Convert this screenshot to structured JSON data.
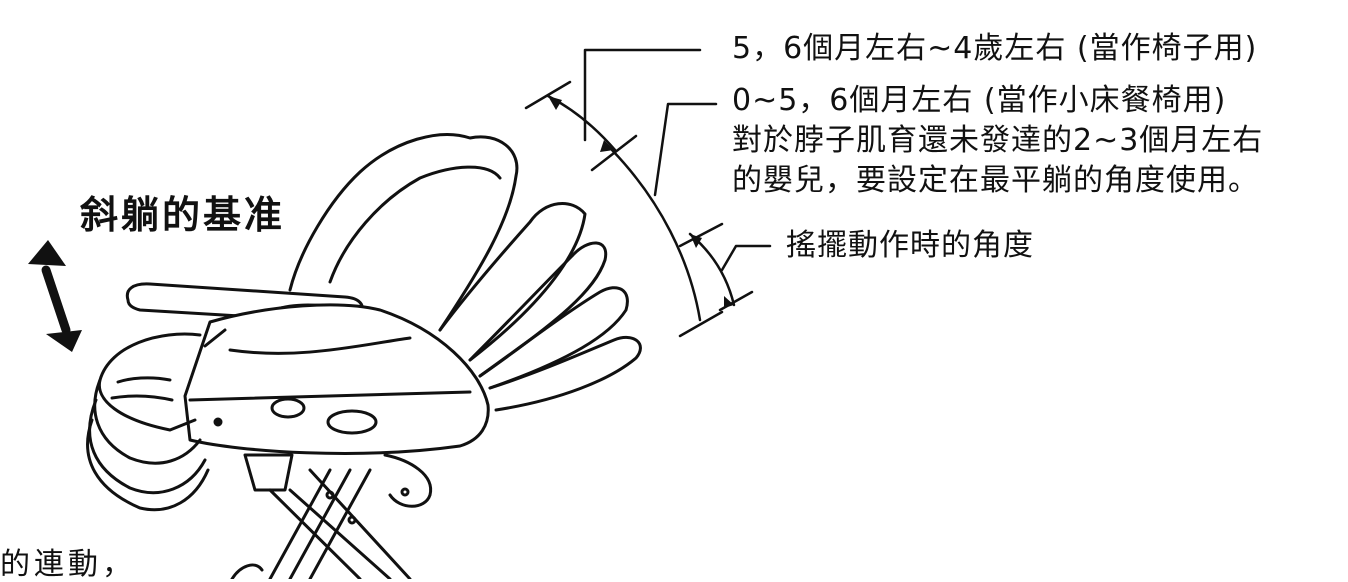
{
  "heading": "斜躺的基准",
  "labels": {
    "chair_mode": "5，6個月左右~4歲左右 (當作椅子用)",
    "highchair_mode": "0~5，6個月左右 (當作小床餐椅用)",
    "infant_note_line1": "對於脖子肌育還未發達的2~3個月左右",
    "infant_note_line2": "的嬰兒，要設定在最平躺的角度使用。",
    "rocking_angle": "搖擺動作時的角度"
  },
  "footer_fragment": "的連動，",
  "colors": {
    "ink": "#111111",
    "paper": "#ffffff"
  },
  "icons": {
    "adjust_arrow": "double-headed-arrow-icon"
  }
}
